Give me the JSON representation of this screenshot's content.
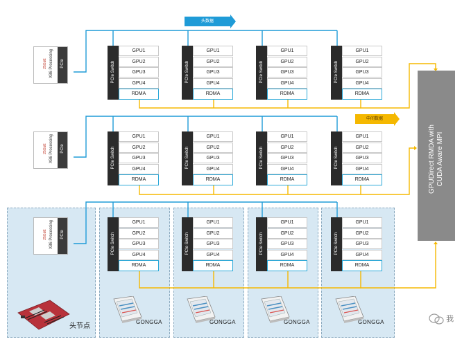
{
  "tags": {
    "top": "头数据",
    "mid": "中间数据"
  },
  "cpu": {
    "line1": "25GbE",
    "line2": "X86 Processing",
    "pcie": "PCIe"
  },
  "node": {
    "switch": "PCIe Switch",
    "gpus": [
      "GPU1",
      "GPU2",
      "GPU3",
      "GPU4"
    ],
    "rdma": "RDMA"
  },
  "gpudirect": {
    "line1": "GPUDirect RMDA with",
    "line2": "CUDA Aware MPI"
  },
  "head_node_label": "头节点",
  "gongga_label": "GONGGA",
  "watermark": "我",
  "colors": {
    "blue": "#1f9bd7",
    "gold": "#f5b800",
    "lane": "#d7e8f3",
    "dark": "#2b2b2b"
  }
}
